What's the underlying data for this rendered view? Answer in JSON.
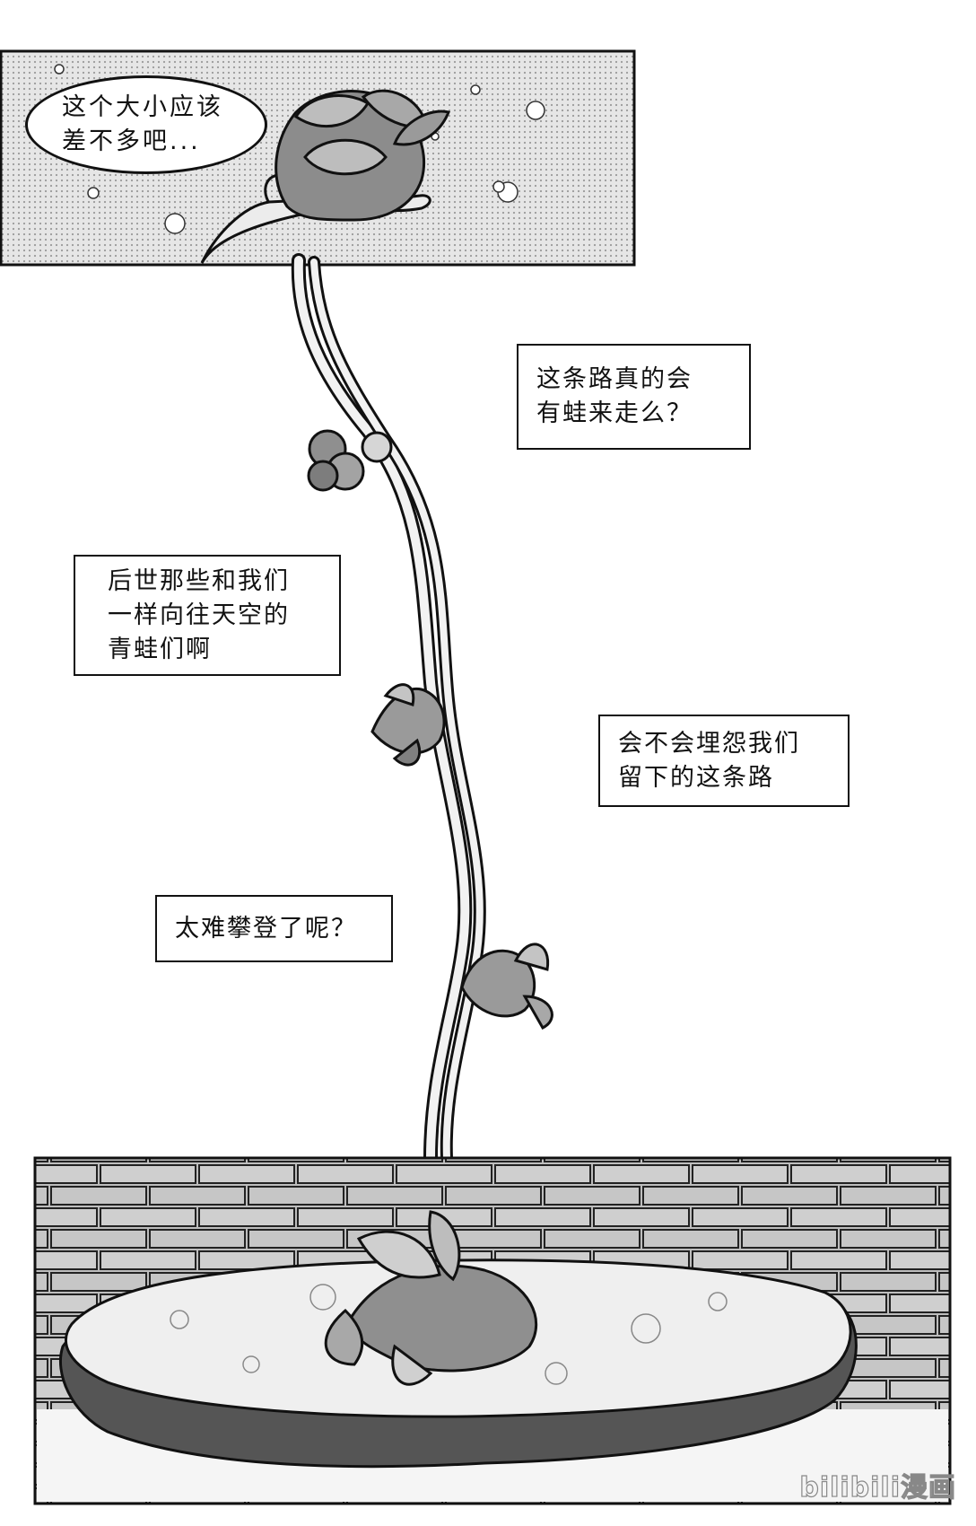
{
  "panel_top": {
    "speech": [
      "这个大小应该",
      "差不多吧..."
    ]
  },
  "captions": [
    {
      "lines": [
        "这条路真的会",
        "有蛙来走么？"
      ]
    },
    {
      "lines": [
        "后世那些和我们",
        "一样向往天空的",
        "青蛙们啊"
      ]
    },
    {
      "lines": [
        "会不会埋怨我们",
        "留下的这条路"
      ]
    },
    {
      "lines": [
        "太难攀登了呢？"
      ]
    }
  ],
  "watermark": "bilibili漫画",
  "colors": {
    "ink": "#111111",
    "screentone": "#d2d2d2",
    "paper": "#ffffff"
  }
}
